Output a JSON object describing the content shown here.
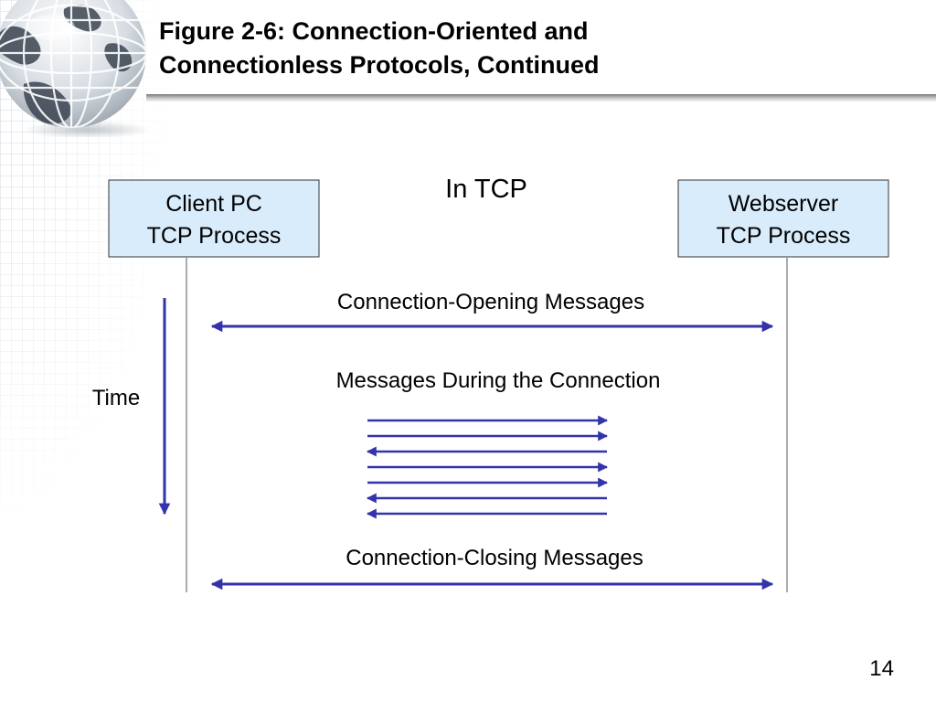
{
  "slide": {
    "title_line1": "Figure 2-6: Connection-Oriented and",
    "title_line2": "Connectionless Protocols, Continued",
    "page_number": "14"
  },
  "diagram": {
    "heading": "In TCP",
    "client": {
      "line1": "Client PC",
      "line2": "TCP Process"
    },
    "server": {
      "line1": "Webserver",
      "line2": "TCP Process"
    },
    "time_label": "Time",
    "opening_label": "Connection-Opening Messages",
    "during_label": "Messages During the Connection",
    "closing_label": "Connection-Closing Messages",
    "during_message_directions": [
      "right",
      "right",
      "left",
      "right",
      "right",
      "left",
      "left"
    ]
  },
  "colors": {
    "arrow": "#3333aa",
    "box_fill": "#d9ecfb",
    "box_border": "#333333",
    "lifeline": "#808080"
  }
}
